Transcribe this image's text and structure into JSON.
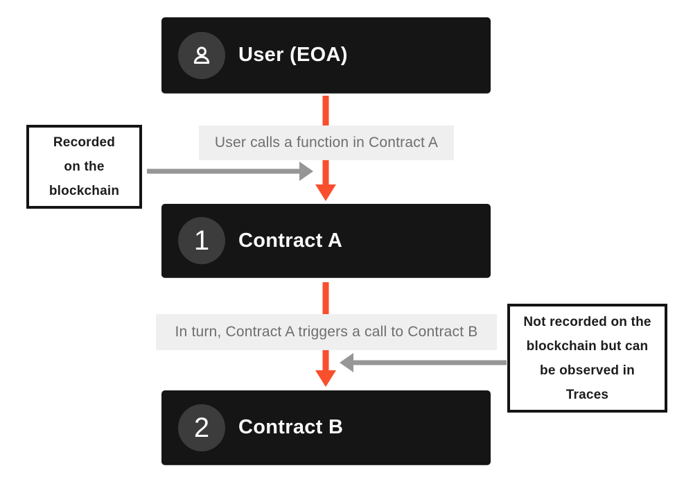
{
  "nodes": {
    "user": {
      "label": "User (EOA)",
      "icon": "user-icon"
    },
    "contract_a": {
      "label": "Contract A",
      "badge": "1"
    },
    "contract_b": {
      "label": "Contract B",
      "badge": "2"
    }
  },
  "edges": {
    "user_to_a": {
      "label": "User calls a function in Contract A"
    },
    "a_to_b": {
      "label": "In turn, Contract A triggers a call to Contract B"
    }
  },
  "annotations": {
    "left": {
      "text": "Recorded\non the\nblockchain"
    },
    "right": {
      "text": "Not recorded on the\nblockchain but can\nbe observed in\nTraces"
    }
  },
  "colors": {
    "background": "#ffffff",
    "node_bg": "#151515",
    "badge_bg": "#3c3c3c",
    "node_text": "#fafafa",
    "arrow_accent": "#f94f2d",
    "arrow_gray": "#969696",
    "edge_label_bg": "#efefef",
    "edge_label_text": "#6e6e6e",
    "annotation_border": "#141414",
    "annotation_text": "#1c1c1c"
  }
}
